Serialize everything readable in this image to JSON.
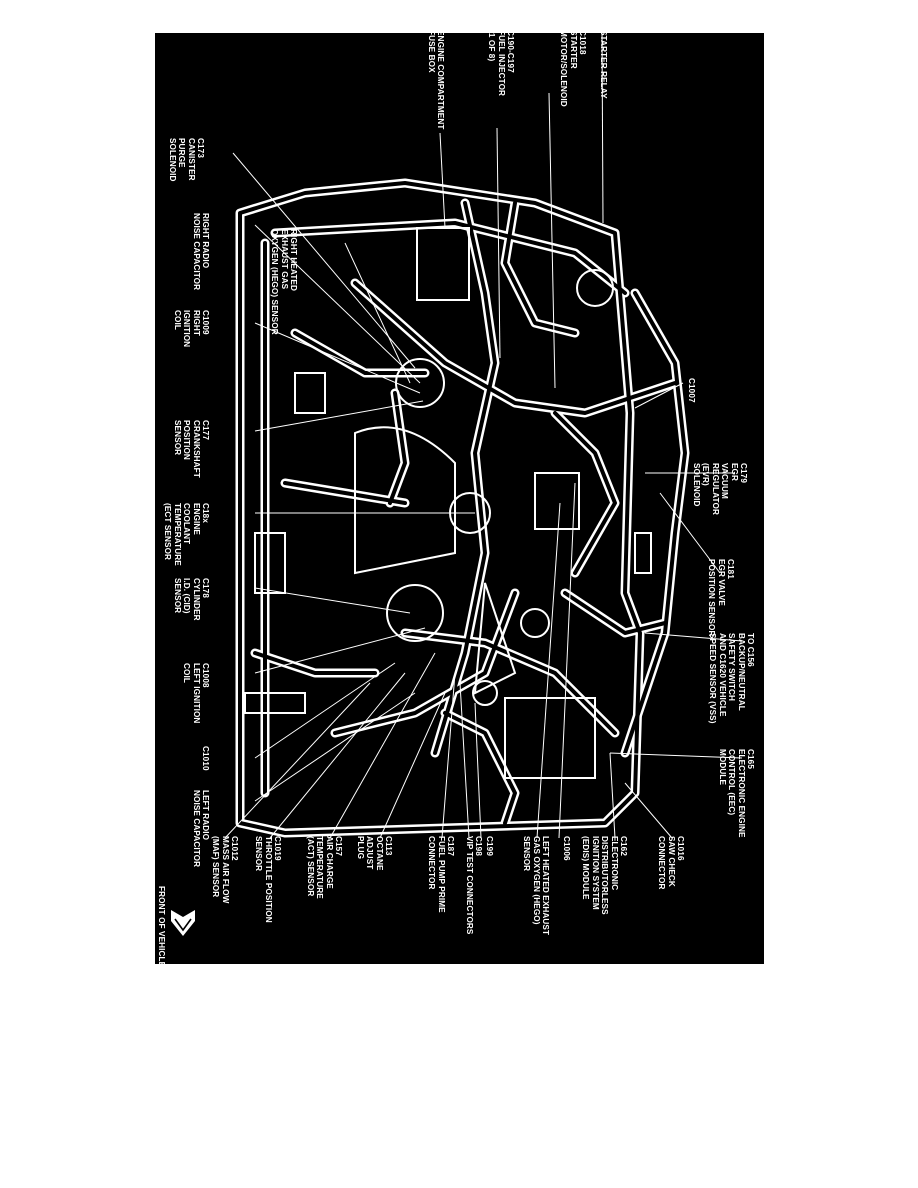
{
  "labels": [
    {
      "id": "starter-relay",
      "text": "STARTER RELAY"
    },
    {
      "id": "c1018",
      "text": "C1018\nSTARTER\nMOTOR/SOLENOID"
    },
    {
      "id": "c190",
      "text": "C190-C197\nFUEL INJECTOR\n(1 OF 8)"
    },
    {
      "id": "fuse-box",
      "text": "ENGINE COMPARTMENT\nFUSE BOX"
    },
    {
      "id": "c173",
      "text": "C173\nCANISTER\nPURGE\nSOLENOID"
    },
    {
      "id": "right-radio",
      "text": "RIGHT RADIO\nNOISE CAPACITOR"
    },
    {
      "id": "right-hego",
      "text": "RIGHT HEATED\nEXHAUST GAS\nOXYGEN (HEGO) SENSOR"
    },
    {
      "id": "c1009",
      "text": "C1009\nRIGHT\nIGNITION\nCOIL"
    },
    {
      "id": "c1007",
      "text": "C1007"
    },
    {
      "id": "c177",
      "text": "C177\nCRANKSHAFT\nPOSITION\nSENSOR"
    },
    {
      "id": "c179",
      "text": "C179\nEGR\nVACUUM\nREGULATOR\n(EVR)\nSOLENOID"
    },
    {
      "id": "c18x",
      "text": "C18x\nENGINE\nCOOLANT\nTEMPERATURE\n(ECT SENSOR"
    },
    {
      "id": "c181",
      "text": "C181\nEGR VALVE\nPOSITION SENSOR"
    },
    {
      "id": "c178",
      "text": "C178\nCYLINDER\nI.D. (CID)\nSENSOR"
    },
    {
      "id": "to-c156",
      "text": "TO C156\nBACKUP/NEUTRAL\nSAFETY SWITCH\nAND C1620 VEHICLE\nSPEED SENSOR (VSS)"
    },
    {
      "id": "c1008",
      "text": "C1008\nLEFT IGNITION\nCOIL"
    },
    {
      "id": "c165",
      "text": "C165\nELECTRONIC ENGINE\nCONTROL (EEC)\nMODULE"
    },
    {
      "id": "c1010",
      "text": "C1010"
    },
    {
      "id": "left-radio",
      "text": "LEFT RADIO\nNOISE CAPACITOR"
    },
    {
      "id": "c1016",
      "text": "C1016\nSAW CHECK\nCONNECTOR"
    },
    {
      "id": "c162",
      "text": "C162\nELECTRONIC\nDISTRIBUTORLESS\nIGNITION SYSTEM\n(EDIS) MODULE"
    },
    {
      "id": "c1006",
      "text": "C1006"
    },
    {
      "id": "left-hego",
      "text": "LEFT HEATED EXHAUST\nGAS OXYGEN (HEGO)\nSENSOR"
    },
    {
      "id": "c199",
      "text": "C199"
    },
    {
      "id": "c198",
      "text": "C198\nVIP TEST CONNECTORS"
    },
    {
      "id": "c187",
      "text": "C187\nFUEL PUMP PRIME\nCONNECTOR"
    },
    {
      "id": "c113",
      "text": "C113\nOCTANE\nADJUST\nPLUG"
    },
    {
      "id": "c157",
      "text": "C157\nAIR CHARGE\nTEMPERATURE\n(ACT) SENSOR"
    },
    {
      "id": "c1019",
      "text": "C1019\nTHROTTLE POSITION\nSENSOR"
    },
    {
      "id": "c1012",
      "text": "C1012\nMASS AIR FLOW\n(MAF) SENSOR"
    },
    {
      "id": "front",
      "text": "FRONT OF VEHICLE"
    }
  ]
}
